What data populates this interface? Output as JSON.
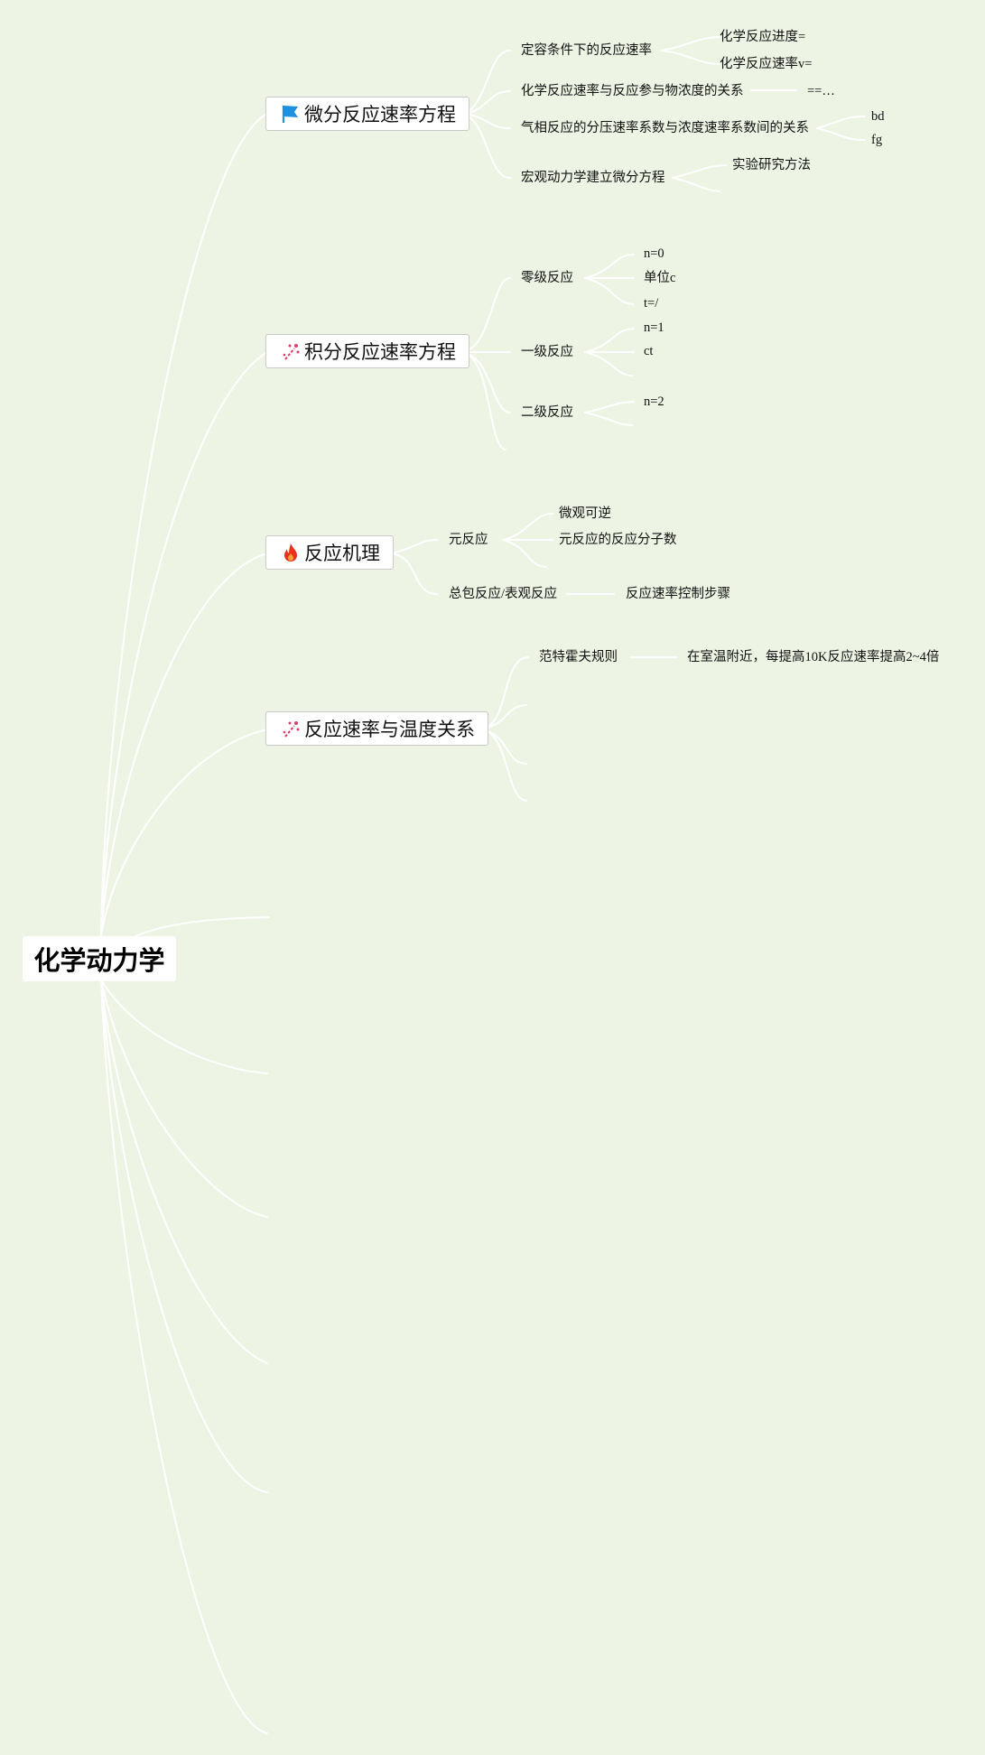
{
  "root": {
    "label": "化学动力学"
  },
  "branches": [
    {
      "label": "微分反应速率方程",
      "icon": "flag-icon",
      "children": [
        {
          "label": "定容条件下的反应速率",
          "children": [
            "化学反应进度=",
            "化学反应速率v="
          ]
        },
        {
          "label": "化学反应速率与反应参与物浓度的关系",
          "children": [
            "==…"
          ]
        },
        {
          "label": "气相反应的分压速率系数与浓度速率系数间的关系",
          "children": [
            "bd",
            "fg"
          ]
        },
        {
          "label": "宏观动力学建立微分方程",
          "children": [
            "实验研究方法"
          ]
        }
      ]
    },
    {
      "label": "积分反应速率方程",
      "icon": "sparkle-icon",
      "children": [
        {
          "label": "零级反应",
          "children": [
            "n=0",
            "单位c",
            "t=/"
          ]
        },
        {
          "label": "一级反应",
          "children": [
            "n=1",
            "ct"
          ]
        },
        {
          "label": "二级反应",
          "children": [
            "n=2"
          ]
        }
      ]
    },
    {
      "label": "反应机理",
      "icon": "fire-icon",
      "children": [
        {
          "label": "元反应",
          "children": [
            "微观可逆",
            "元反应的反应分子数"
          ]
        },
        {
          "label": "总包反应/表观反应",
          "children": [
            "反应速率控制步骤"
          ]
        }
      ]
    },
    {
      "label": "反应速率与温度关系",
      "icon": "sparkle-icon",
      "children": [
        {
          "label": "范特霍夫规则",
          "children": [
            "在室温附近，每提高10K反应速率提高2~4倍"
          ]
        }
      ]
    }
  ],
  "colors": {
    "background": "#edf4e4",
    "connector": "#ffffff",
    "flag_icon": "#1e90e0",
    "fire_icon": "#e8321e",
    "sparkle_icon": "#e03a6a"
  }
}
